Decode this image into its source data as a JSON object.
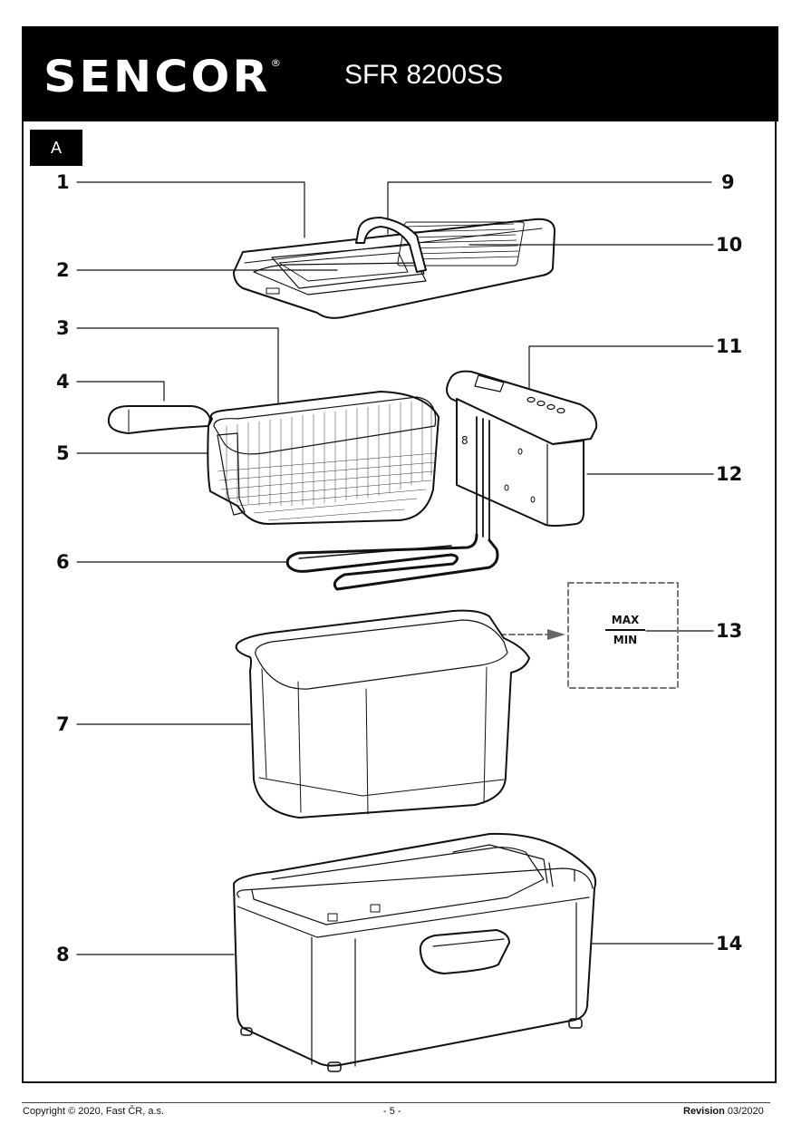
{
  "header": {
    "brand": "SENCOR",
    "registered_mark": "®",
    "model": "SFR 8200SS"
  },
  "section": {
    "tag": "A"
  },
  "parts": [
    {
      "number": "1",
      "component": "lid"
    },
    {
      "number": "2",
      "component": "viewing-window"
    },
    {
      "number": "3",
      "component": "frying-basket"
    },
    {
      "number": "4",
      "component": "basket-handle"
    },
    {
      "number": "5",
      "component": "basket-hook"
    },
    {
      "number": "6",
      "component": "heating-element"
    },
    {
      "number": "7",
      "component": "oil-container"
    },
    {
      "number": "8",
      "component": "housing"
    },
    {
      "number": "9",
      "component": "lid-handle"
    },
    {
      "number": "10",
      "component": "filter-vent"
    },
    {
      "number": "11",
      "component": "control-panel"
    },
    {
      "number": "12",
      "component": "control-unit"
    },
    {
      "number": "13",
      "component": "max-min-marks"
    },
    {
      "number": "14",
      "component": "side-handle"
    }
  ],
  "detail": {
    "max_label": "MAX",
    "min_label": "MIN"
  },
  "footer": {
    "copyright": "Copyright © 2020, Fast ČR, a.s.",
    "page": "- 5 -",
    "revision_label": "Revision",
    "revision_value": "03/2020"
  }
}
